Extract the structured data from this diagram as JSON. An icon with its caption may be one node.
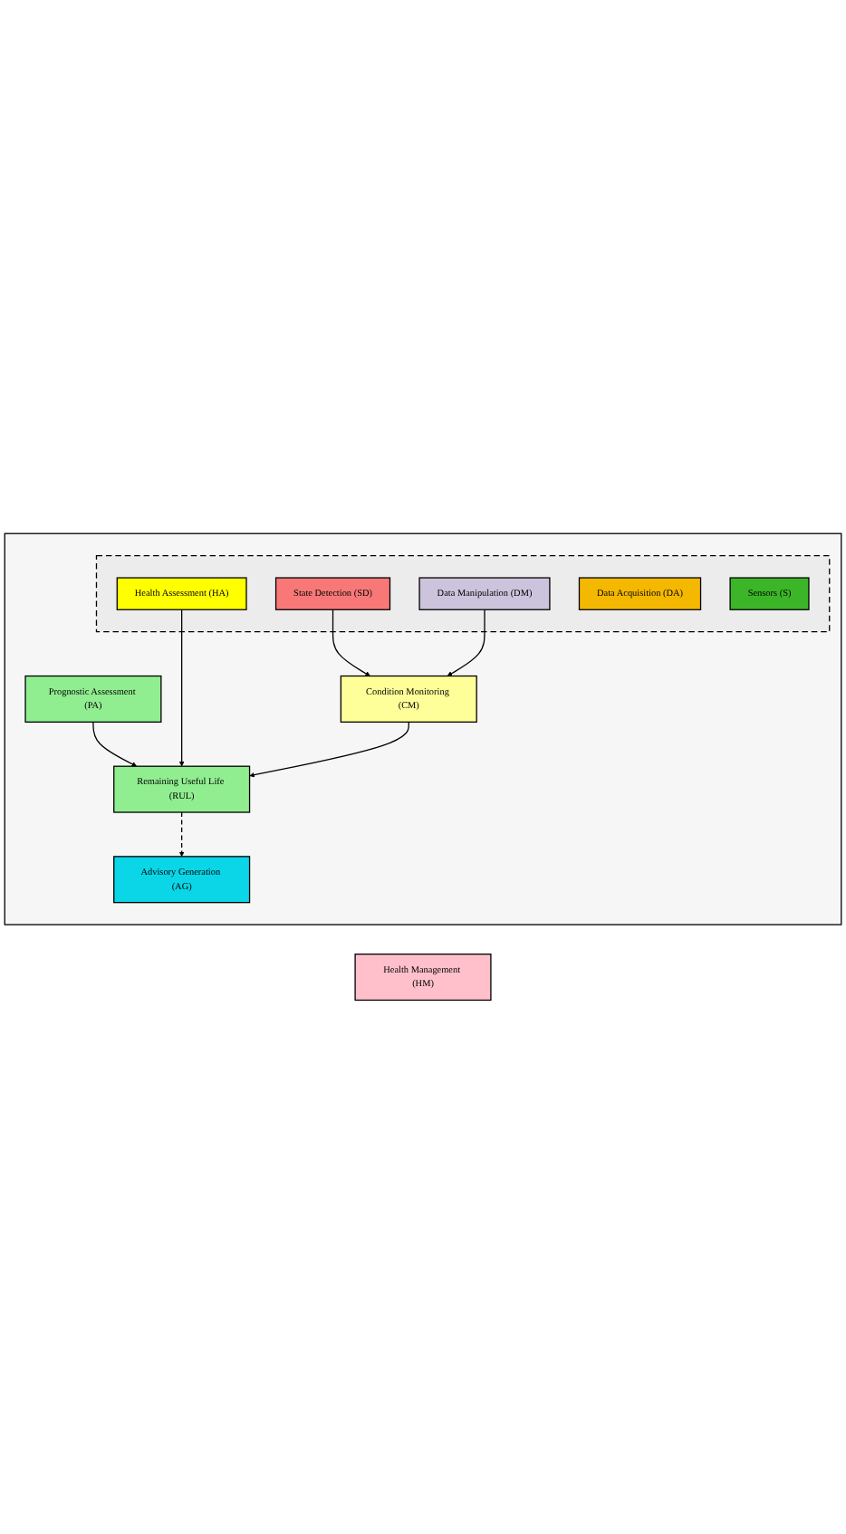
{
  "diagram": {
    "nodes": [
      {
        "text": [
          "Health Management (HM)"
        ]
      },
      {
        "text": [],
        "shape": "box"
      },
      {
        "text": [
          "Advisory Generation (AG)"
        ],
        "in": 1
      },
      {
        "text": [
          "Prognostic Assessment (PA)"
        ],
        "in": 1
      },
      {
        "text": [
          "Remaining Useful Life (RUL)"
        ],
        "in": 1
      },
      {
        "text": [],
        "shape": "box",
        "in": 1
      },
      {
        "text": [
          "Health Assessment (HA)"
        ],
        "in": 5
      },
      {
        "text": [
          "State Detection (SD)"
        ],
        "in": 5
      },
      {
        "text": [
          "Data Manipulation (DM)"
        ],
        "in": 5
      },
      {
        "text": [
          "Data Acquisition (DA)"
        ],
        "in": 5
      },
      {
        "text": [
          "Sensors (S)"
        ],
        "in": 5
      },
      {
        "text": [
          "Condition Monitoring (CM)"
        ],
        "in": 1
      }
    ],
    "edges": [
      {
        "from": 4,
        "to": 2,
        "arrow": "to",
        "style": "dashed"
      },
      {
        "from": 3,
        "to": 4,
        "arrow": "to"
      },
      {
        "from": 6,
        "to": 4,
        "arrow": "to"
      },
      {
        "from": 7,
        "to": 11,
        "arrow": "to"
      },
      {
        "from": 8,
        "to": 11,
        "arrow": "to"
      },
      {
        "from": 11,
        "to": 4,
        "arrow": "to"
      }
    ]
  }
}
